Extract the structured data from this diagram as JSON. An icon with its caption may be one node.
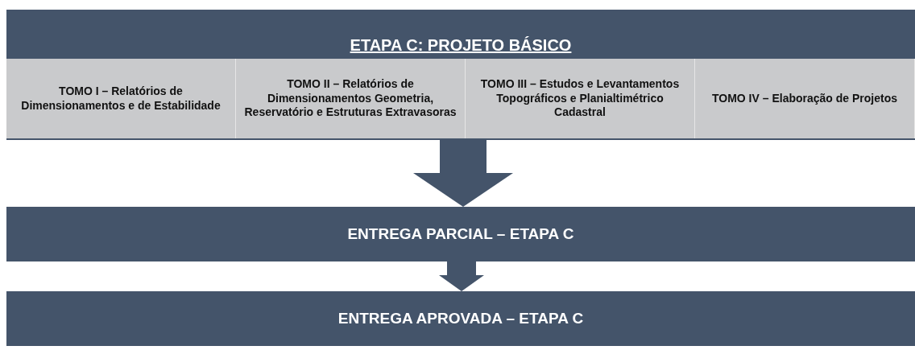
{
  "diagram": {
    "nodes": [
      {
        "text": [
          "ETAPA C: PROJETO BÁSICO"
        ]
      },
      {
        "text": [
          "TOMO I – Relatórios de Dimensionamentos e de Estabilidade"
        ],
        "in": 0
      },
      {
        "text": [
          "TOMO II – Relatórios de Dimensionamentos Geometria, Reservatório e Estruturas Extravasoras"
        ],
        "in": 0
      },
      {
        "text": [
          "TOMO III – Estudos e Levantamentos Topográficos e Planialtimétrico Cadastral"
        ],
        "in": 0
      },
      {
        "text": [
          "TOMO IV – Elaboração de Projetos"
        ],
        "in": 0
      },
      {
        "text": [
          "ENTREGA PARCIAL – ETAPA C"
        ]
      },
      {
        "text": [
          "ENTREGA APROVADA – ETAPA C"
        ]
      }
    ],
    "edges": [
      {
        "from": 0,
        "to": 5,
        "arrow": "to"
      },
      {
        "from": 5,
        "to": 6,
        "arrow": "to"
      }
    ]
  }
}
